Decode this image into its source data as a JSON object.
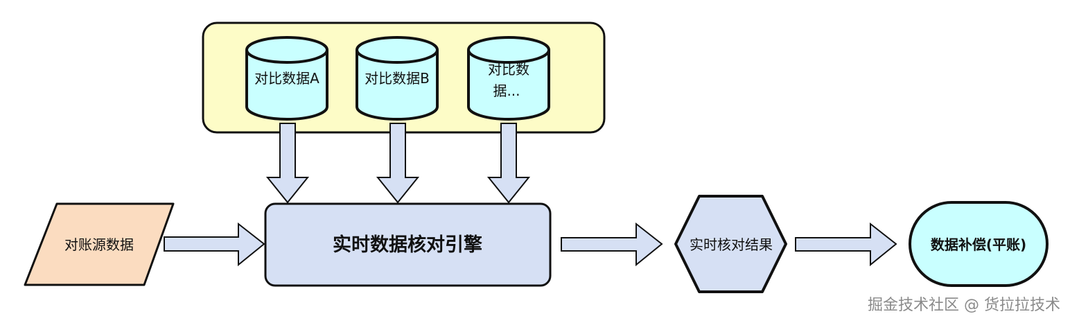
{
  "colors": {
    "container_fill": "#fdfcc7",
    "cylinder_fill": "#c9ffff",
    "source_fill": "#fbdcc0",
    "engine_fill": "#d6e0f4",
    "arrow_fill": "#d6e0f4",
    "stroke": "#111111"
  },
  "sources": [
    {
      "label": "对比数据A"
    },
    {
      "label": "对比数据B"
    },
    {
      "label_lines": [
        "对比数",
        "据..."
      ]
    }
  ],
  "input": {
    "label": "对账源数据"
  },
  "engine": {
    "label": "实时数据核对引擎"
  },
  "result": {
    "label": "实时核对结果"
  },
  "compensation": {
    "label": "数据补偿(平账)"
  },
  "watermark": "掘金技术社区 @ 货拉拉技术"
}
